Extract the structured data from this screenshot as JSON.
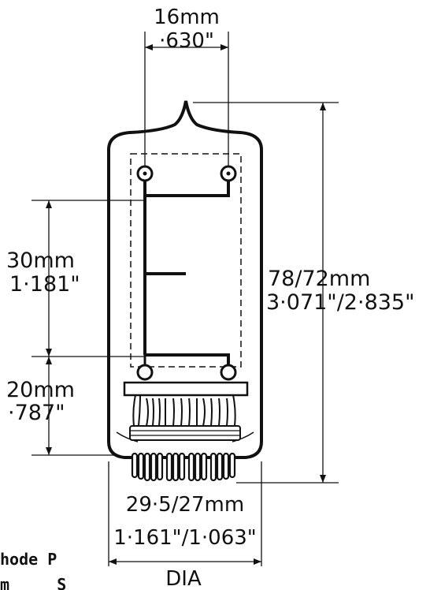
{
  "dimensions": {
    "top_width_mm": "16mm",
    "top_width_in": "·630\"",
    "electrode_height_mm": "30mm",
    "electrode_height_in": "1·181\"",
    "base_height_mm": "20mm",
    "base_height_in": "·787\"",
    "overall_height_mm": "78/72mm",
    "overall_height_in": "3·071\"/2·835\"",
    "diameter_mm": "29·5/27mm",
    "diameter_in": "1·161\"/1·063\"",
    "diameter_label": "DIA"
  },
  "cropped_text": {
    "line1": "hode P",
    "line2": "m     S"
  },
  "colors": {
    "ink": "#111111",
    "background": "#ffffff"
  }
}
